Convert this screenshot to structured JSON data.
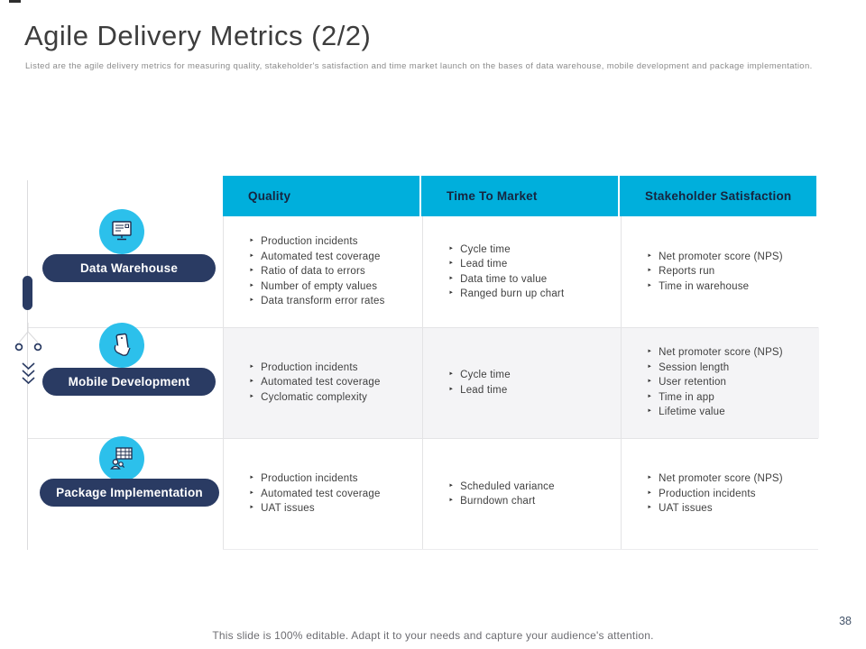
{
  "header": {
    "title": "Agile Delivery Metrics (2/2)",
    "subtitle": "Listed are the agile delivery metrics for measuring quality, stakeholder's satisfaction and time market launch on the bases of data warehouse, mobile development and package implementation."
  },
  "colors": {
    "header_cyan": "#00AFDC",
    "icon_circle_cyan": "#2CC0EB",
    "navy": "#2A3B63",
    "row_stripe_gray": "#f4f4f6",
    "body_text": "#3f3f3f"
  },
  "table": {
    "bullet": "‣",
    "columns": [
      "Quality",
      "Time To Market",
      "Stakeholder Satisfaction"
    ],
    "rows": [
      {
        "label": "Data Warehouse",
        "icon": "monitor-report-icon",
        "cells": [
          [
            "Production incidents",
            "Automated test coverage",
            "Ratio of data to errors",
            "Number of empty values",
            "Data transform error rates"
          ],
          [
            "Cycle time",
            "Lead time",
            "Data time to value",
            "Ranged burn up chart"
          ],
          [
            "Net promoter score (NPS)",
            "Reports run",
            "Time in warehouse"
          ]
        ]
      },
      {
        "label": "Mobile Development",
        "icon": "hand-smartphone-icon",
        "cells": [
          [
            "Production incidents",
            "Automated test coverage",
            "Cyclomatic complexity"
          ],
          [
            "Cycle time",
            "Lead time"
          ],
          [
            "Net promoter score (NPS)",
            "Session length",
            "User retention",
            "Time in app",
            "Lifetime value"
          ]
        ]
      },
      {
        "label": "Package Implementation",
        "icon": "presentation-person-icon",
        "cells": [
          [
            "Production incidents",
            "Automated test coverage",
            "UAT issues"
          ],
          [
            "Scheduled variance",
            "Burndown chart"
          ],
          [
            "Net promoter score (NPS)",
            "Production incidents",
            "UAT issues"
          ]
        ]
      }
    ]
  },
  "footer": {
    "note": "This slide is 100% editable. Adapt it to your needs and capture your audience's attention.",
    "page_number": "38"
  }
}
